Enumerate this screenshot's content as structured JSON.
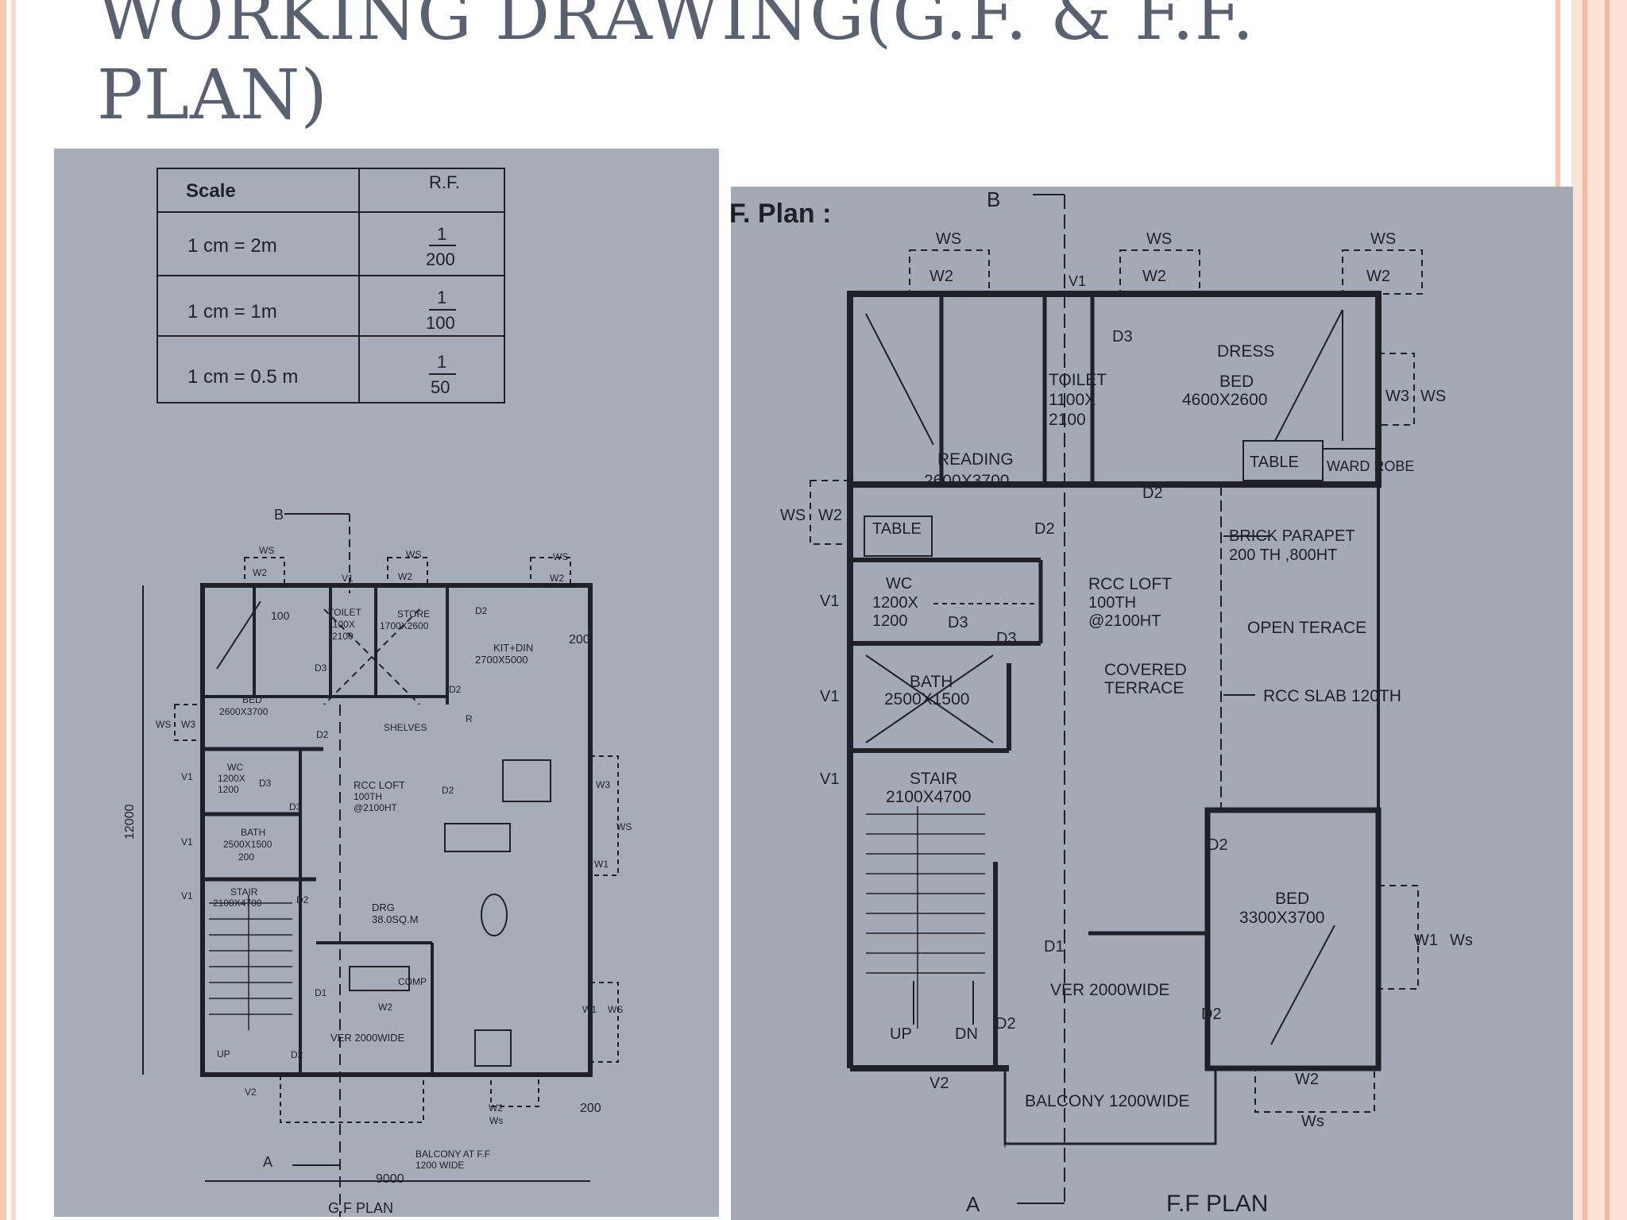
{
  "slide": {
    "title": "WORKING DRAWING(G.F. & F.F. PLAN)"
  },
  "scale_table": {
    "headers": [
      "Scale",
      "R.F."
    ],
    "rows": [
      {
        "scale": "1 cm = 2m",
        "rf_num": "1",
        "rf_den": "200"
      },
      {
        "scale": "1 cm = 1m",
        "rf_num": "1",
        "rf_den": "100"
      },
      {
        "scale": "1 cm = 0.5 m",
        "rf_num": "1",
        "rf_den": "50"
      }
    ]
  },
  "gf_plan": {
    "caption": "G.F PLAN",
    "section_b": "B",
    "section_a": "A",
    "dim_width": "9000",
    "dim_height": "12000",
    "dim_wall_top": "200",
    "dim_wall_bottom": "200",
    "dim_100": "100",
    "balcony_note": "BALCONY AT F.F",
    "balcony_note2": "1200 WIDE",
    "rooms": {
      "toilet": [
        "TOILET",
        "1100X",
        "2100"
      ],
      "store": [
        "STORE",
        "1700X2600"
      ],
      "kit": [
        "KIT+DIN",
        "2700X5000"
      ],
      "bed": [
        "BED",
        "2600X3700"
      ],
      "shelves": "SHELVES",
      "r": "R",
      "wc": [
        "WC",
        "1200X",
        "1200"
      ],
      "loft": [
        "RCC LOFT",
        "100TH",
        "@2100HT"
      ],
      "bath": [
        "BATH",
        "2500X1500",
        "200"
      ],
      "stair": [
        "STAIR",
        "2100X4700"
      ],
      "drg": [
        "DRG",
        "38.0SQ.M"
      ],
      "comp": "COMP",
      "ver": "VER 2000WIDE",
      "up": "UP"
    },
    "tags": {
      "ws": "WS",
      "w2": "W2",
      "w3": "W3",
      "w1": "W1",
      "v1": "V1",
      "v2": "V2",
      "d1": "D1",
      "d2": "D2",
      "d3": "D3",
      "ws_low": "Ws"
    }
  },
  "ff_plan": {
    "heading": "F. Plan :",
    "caption": "F.F PLAN",
    "section_b": "B",
    "section_a": "A",
    "rooms": {
      "reading": [
        "READING",
        "2600X3700"
      ],
      "table": "TABLE",
      "toilet": [
        "TOILET",
        "1100X",
        "2100"
      ],
      "dress": "DRESS",
      "bed1": [
        "BED",
        "4600X2600"
      ],
      "table2": "TABLE",
      "wardrobe": "WARD ROBE",
      "parapet": [
        "BRICK PARAPET",
        "200 TH ,800HT"
      ],
      "wc": [
        "WC",
        "1200X",
        "1200"
      ],
      "loft": [
        "RCC LOFT",
        "100TH",
        "@2100HT"
      ],
      "open_terrace": "OPEN TERACE",
      "covered": [
        "COVERED",
        "TERRACE"
      ],
      "slab": "RCC SLAB 120TH",
      "bath": [
        "BATH",
        "2500X1500"
      ],
      "stair": [
        "STAIR",
        "2100X4700"
      ],
      "bed2": [
        "BED",
        "3300X3700"
      ],
      "ver": "VER 2000WIDE",
      "up": "UP",
      "dn": "DN",
      "balcony": "BALCONY 1200WIDE"
    },
    "tags": {
      "ws": "WS",
      "w2": "W2",
      "w3": "W3",
      "w1": "W1",
      "v1": "V1",
      "v2": "V2",
      "d1": "D1",
      "d2": "D2",
      "d3": "D3",
      "ws_low": "Ws"
    }
  }
}
